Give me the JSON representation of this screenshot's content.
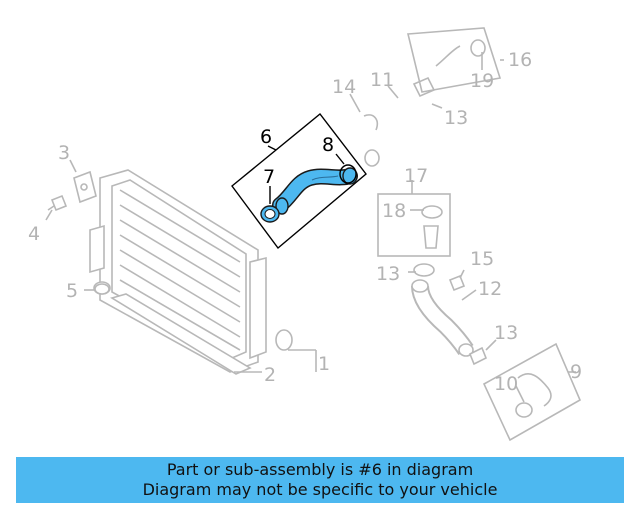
{
  "banner": {
    "line1": "Part or sub-assembly is #6 in diagram",
    "line2": "Diagram may not be specific to your vehicle"
  },
  "highlight_color": "#4db8f0",
  "callouts": {
    "c1": "1",
    "c2": "2",
    "c3": "3",
    "c4": "4",
    "c5": "5",
    "c6": "6",
    "c7": "7",
    "c8": "8",
    "c9": "9",
    "c10": "10",
    "c11": "11",
    "c12": "12",
    "c13a": "13",
    "c13b": "13",
    "c13c": "13",
    "c14": "14",
    "c15": "15",
    "c16": "16",
    "c17": "17",
    "c18": "18",
    "c19": "19"
  }
}
